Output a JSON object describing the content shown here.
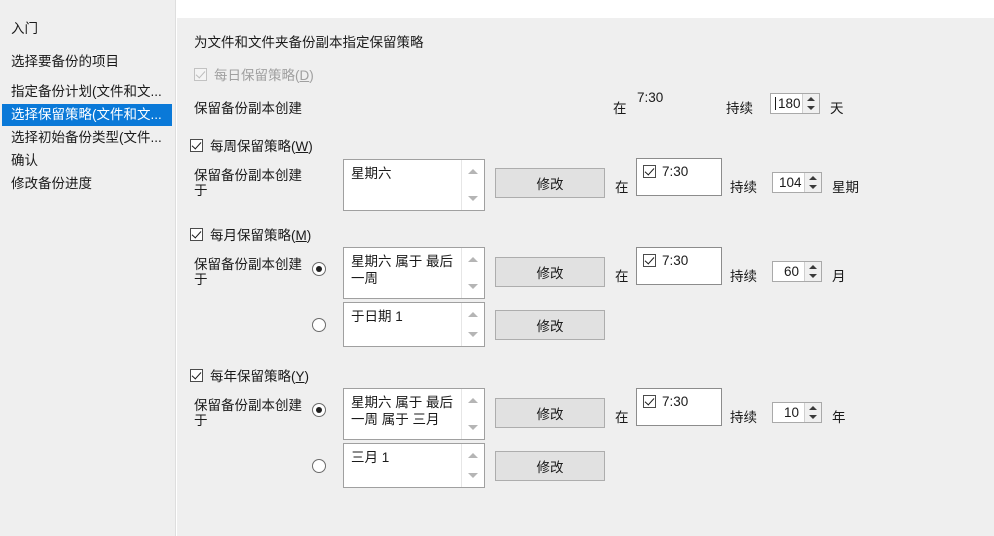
{
  "sidebar": {
    "items": [
      {
        "label": "入门",
        "selected": false
      },
      {
        "label": "选择要备份的项目",
        "selected": false
      },
      {
        "label": "指定备份计划(文件和文...",
        "selected": false
      },
      {
        "label": "选择保留策略(文件和文...",
        "selected": true
      },
      {
        "label": "选择初始备份类型(文件...",
        "selected": false
      },
      {
        "label": "确认",
        "selected": false
      },
      {
        "label": "修改备份进度",
        "selected": false
      }
    ]
  },
  "main": {
    "heading": "为文件和文件夹备份副本指定保留策略",
    "labels": {
      "keep_copies_created": "保留备份副本创建",
      "keep_copies_created_at": "保留备份副本创建于",
      "at": "在",
      "duration": "持续"
    },
    "daily": {
      "checkbox_label": "每日保留策略",
      "mnemonic": "D",
      "checked": true,
      "disabled": true,
      "time": "7:30",
      "duration_value": "180",
      "duration_unit": "天"
    },
    "weekly": {
      "checkbox_label": "每周保留策略",
      "mnemonic": "W",
      "checked": true,
      "schedule_value": "星期六",
      "modify_label": "修改",
      "time": "7:30",
      "time_checked": true,
      "duration_value": "104",
      "duration_unit": "星期"
    },
    "monthly": {
      "checkbox_label": "每月保留策略",
      "mnemonic": "M",
      "checked": true,
      "option_a_selected": true,
      "option_a_value": "星期六 属于 最后一周",
      "option_a_modify_label": "修改",
      "option_b_selected": false,
      "option_b_value": "于日期 1",
      "option_b_modify_label": "修改",
      "time": "7:30",
      "time_checked": true,
      "duration_value": "60",
      "duration_unit": "月"
    },
    "yearly": {
      "checkbox_label": "每年保留策略",
      "mnemonic": "Y",
      "checked": true,
      "option_a_selected": true,
      "option_a_value": "星期六 属于 最后一周 属于 三月",
      "option_a_modify_label": "修改",
      "option_b_selected": false,
      "option_b_value": "三月 1",
      "option_b_modify_label": "修改",
      "time": "7:30",
      "time_checked": true,
      "duration_value": "10",
      "duration_unit": "年"
    }
  },
  "colors": {
    "accent": "#0a79d8",
    "pane_bg": "#efefef",
    "sidebar_bg": "#efefef"
  }
}
